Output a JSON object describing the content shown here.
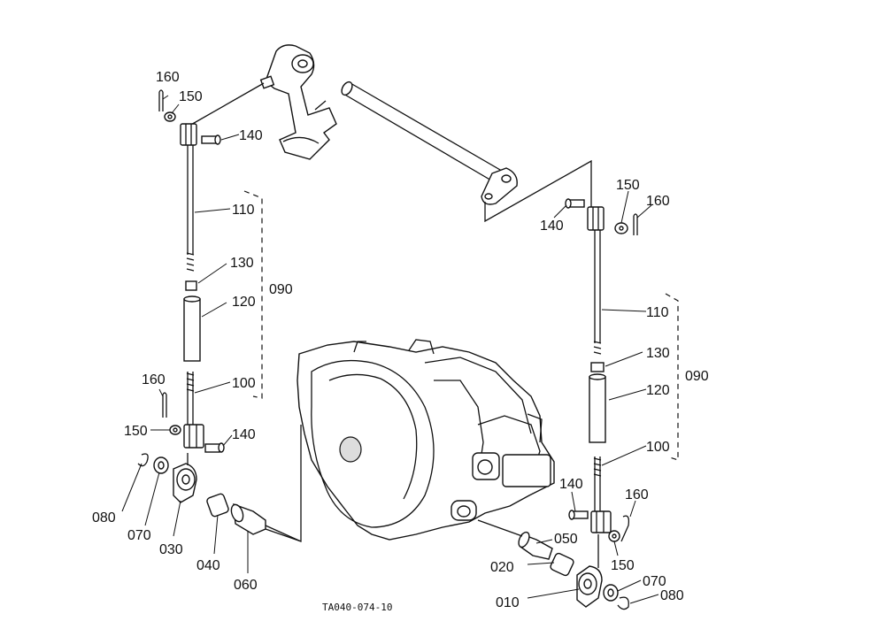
{
  "diagram": {
    "figure_code": "TA040-074-10",
    "parts": {
      "p010": "010",
      "p020": "020",
      "p030": "030",
      "p040": "040",
      "p050": "050",
      "p060": "060",
      "p070": "070",
      "p080": "080",
      "p090": "090",
      "p100": "100",
      "p110": "110",
      "p120": "120",
      "p130": "130",
      "p140": "140",
      "p150": "150",
      "p160": "160"
    }
  }
}
